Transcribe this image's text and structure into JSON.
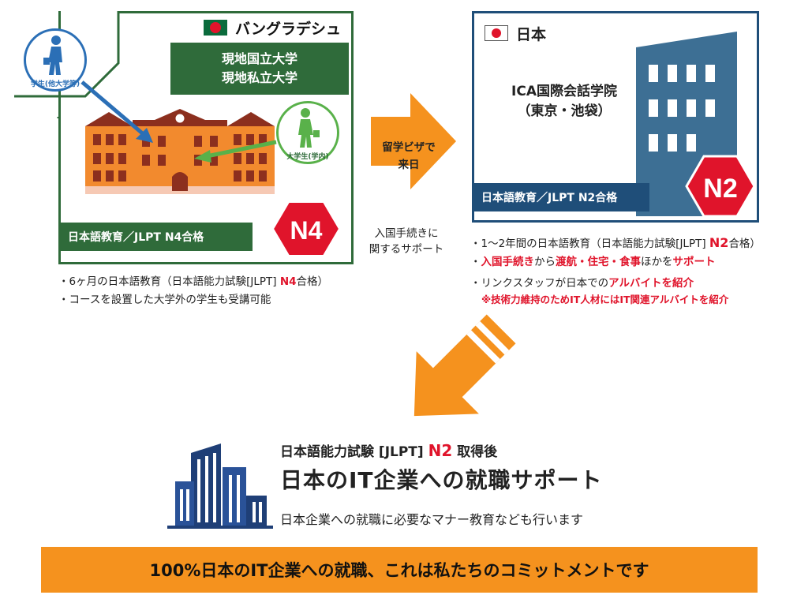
{
  "bangladesh": {
    "country": "バングラデシュ",
    "universities": [
      "現地国立大学",
      "現地私立大学"
    ],
    "course_label": "日本語教育／JLPT N4合格",
    "badge": "N4",
    "student_other_label": "学生(他大学等)",
    "student_inside_label": "大学生(学内)",
    "notes": [
      {
        "pre": "・6ヶ月の日本語教育（日本語能力試験[JLPT] ",
        "hl": "N4",
        "post": "合格）"
      },
      {
        "pre": "・コースを設置した大学外の学生も受講可能",
        "hl": "",
        "post": ""
      }
    ]
  },
  "transfer": {
    "arrow_label_1": "留学ビザで",
    "arrow_label_2": "来日",
    "entry_label_1": "入国手続きに",
    "entry_label_2": "関するサポート"
  },
  "japan": {
    "country": "日本",
    "school_line1": "ICA国際会話学院",
    "school_line2": "（東京・池袋）",
    "course_label": "日本語教育／JLPT N2合格",
    "badge": "N2",
    "notes": {
      "n1_pre": "・1〜2年間の日本語教育（日本語能力試験[JLPT] ",
      "n1_hl": "N2",
      "n1_post": "合格）",
      "n2_pre": "・",
      "n2_hl1": "入国手続き",
      "n2_mid1": "から",
      "n2_hl2": "渡航・住宅・食事",
      "n2_mid2": "ほかを",
      "n2_hl3": "サポート",
      "n3_pre": "・リンクスタッフが日本での",
      "n3_hl": "アルバイトを紹介",
      "n4": "※技術力維持のためIT人材にはIT関連アルバイトを紹介"
    }
  },
  "career": {
    "cert_pre": "日本語能力試験 [JLPT] ",
    "cert_hl": "N2",
    "cert_post": " 取得後",
    "title": "日本のIT企業への就職サポート",
    "subtitle": "日本企業への就職に必要なマナー教育なども行います",
    "banner": "100%日本のIT企業への就職、これは私たちのコミットメントです"
  },
  "colors": {
    "green": "#2f6b3a",
    "navy": "#1f4e79",
    "orange": "#f5921e",
    "red": "#e0142b"
  }
}
